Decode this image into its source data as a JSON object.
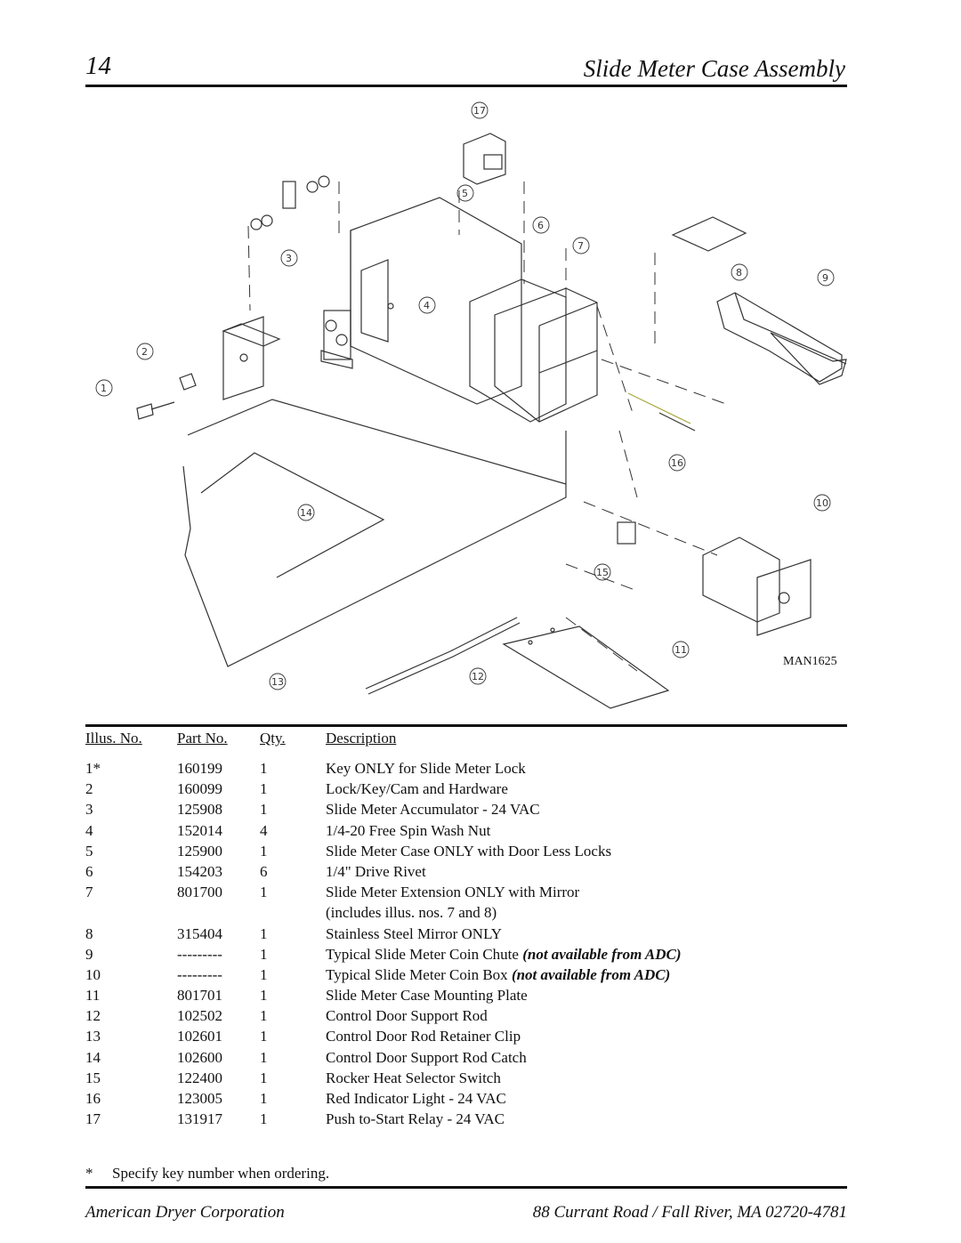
{
  "header": {
    "page_number": "14",
    "title": "Slide Meter Case Assembly"
  },
  "diagram": {
    "figure_id": "MAN1625",
    "callouts": [
      "1",
      "2",
      "3",
      "4",
      "5",
      "6",
      "7",
      "8",
      "9",
      "10",
      "11",
      "12",
      "13",
      "14",
      "15",
      "16",
      "17"
    ]
  },
  "parts_table": {
    "headers": {
      "illus_no": "Illus. No.",
      "part_no": "Part No.",
      "qty": "Qty.",
      "description": "Description"
    },
    "rows": [
      {
        "illus": "1*",
        "part": "160199",
        "qty": "1",
        "desc": "Key ONLY for Slide Meter Lock",
        "note": ""
      },
      {
        "illus": "2",
        "part": "160099",
        "qty": "1",
        "desc": "Lock/Key/Cam and Hardware",
        "note": ""
      },
      {
        "illus": "3",
        "part": "125908",
        "qty": "1",
        "desc": "Slide Meter Accumulator - 24 VAC",
        "note": ""
      },
      {
        "illus": "4",
        "part": "152014",
        "qty": "4",
        "desc": "1/4-20 Free Spin Wash Nut",
        "note": ""
      },
      {
        "illus": "5",
        "part": "125900",
        "qty": "1",
        "desc": "Slide Meter Case ONLY with Door Less Locks",
        "note": ""
      },
      {
        "illus": "6",
        "part": "154203",
        "qty": "6",
        "desc": "1/4\" Drive Rivet",
        "note": ""
      },
      {
        "illus": "7",
        "part": "801700",
        "qty": "1",
        "desc": "Slide Meter Extension ONLY with Mirror",
        "note": ""
      },
      {
        "illus": "",
        "part": "",
        "qty": "",
        "desc": "(includes illus. nos. 7 and 8)",
        "note": ""
      },
      {
        "illus": "8",
        "part": "315404",
        "qty": "1",
        "desc": "Stainless Steel Mirror ONLY",
        "note": ""
      },
      {
        "illus": "9",
        "part": "---------",
        "qty": "1",
        "desc": "Typical Slide Meter Coin Chute",
        "note": "(not available from ADC)"
      },
      {
        "illus": "10",
        "part": "---------",
        "qty": "1",
        "desc": "Typical Slide Meter Coin Box",
        "note": "(not available from ADC)"
      },
      {
        "illus": "11",
        "part": "801701",
        "qty": "1",
        "desc": "Slide Meter Case Mounting Plate",
        "note": ""
      },
      {
        "illus": "12",
        "part": "102502",
        "qty": "1",
        "desc": "Control Door Support Rod",
        "note": ""
      },
      {
        "illus": "13",
        "part": "102601",
        "qty": "1",
        "desc": "Control Door Rod Retainer Clip",
        "note": ""
      },
      {
        "illus": "14",
        "part": "102600",
        "qty": "1",
        "desc": "Control Door Support Rod Catch",
        "note": ""
      },
      {
        "illus": "15",
        "part": "122400",
        "qty": "1",
        "desc": "Rocker Heat Selector Switch",
        "note": ""
      },
      {
        "illus": "16",
        "part": "123005",
        "qty": "1",
        "desc": "Red Indicator Light - 24 VAC",
        "note": ""
      },
      {
        "illus": "17",
        "part": "131917",
        "qty": "1",
        "desc": "Push to-Start Relay - 24 VAC",
        "note": ""
      }
    ]
  },
  "footnote": {
    "marker": "*",
    "text": "Specify key number when ordering."
  },
  "footer": {
    "company": "American Dryer Corporation",
    "address": "88 Currant Road  /  Fall River, MA 02720-4781"
  }
}
